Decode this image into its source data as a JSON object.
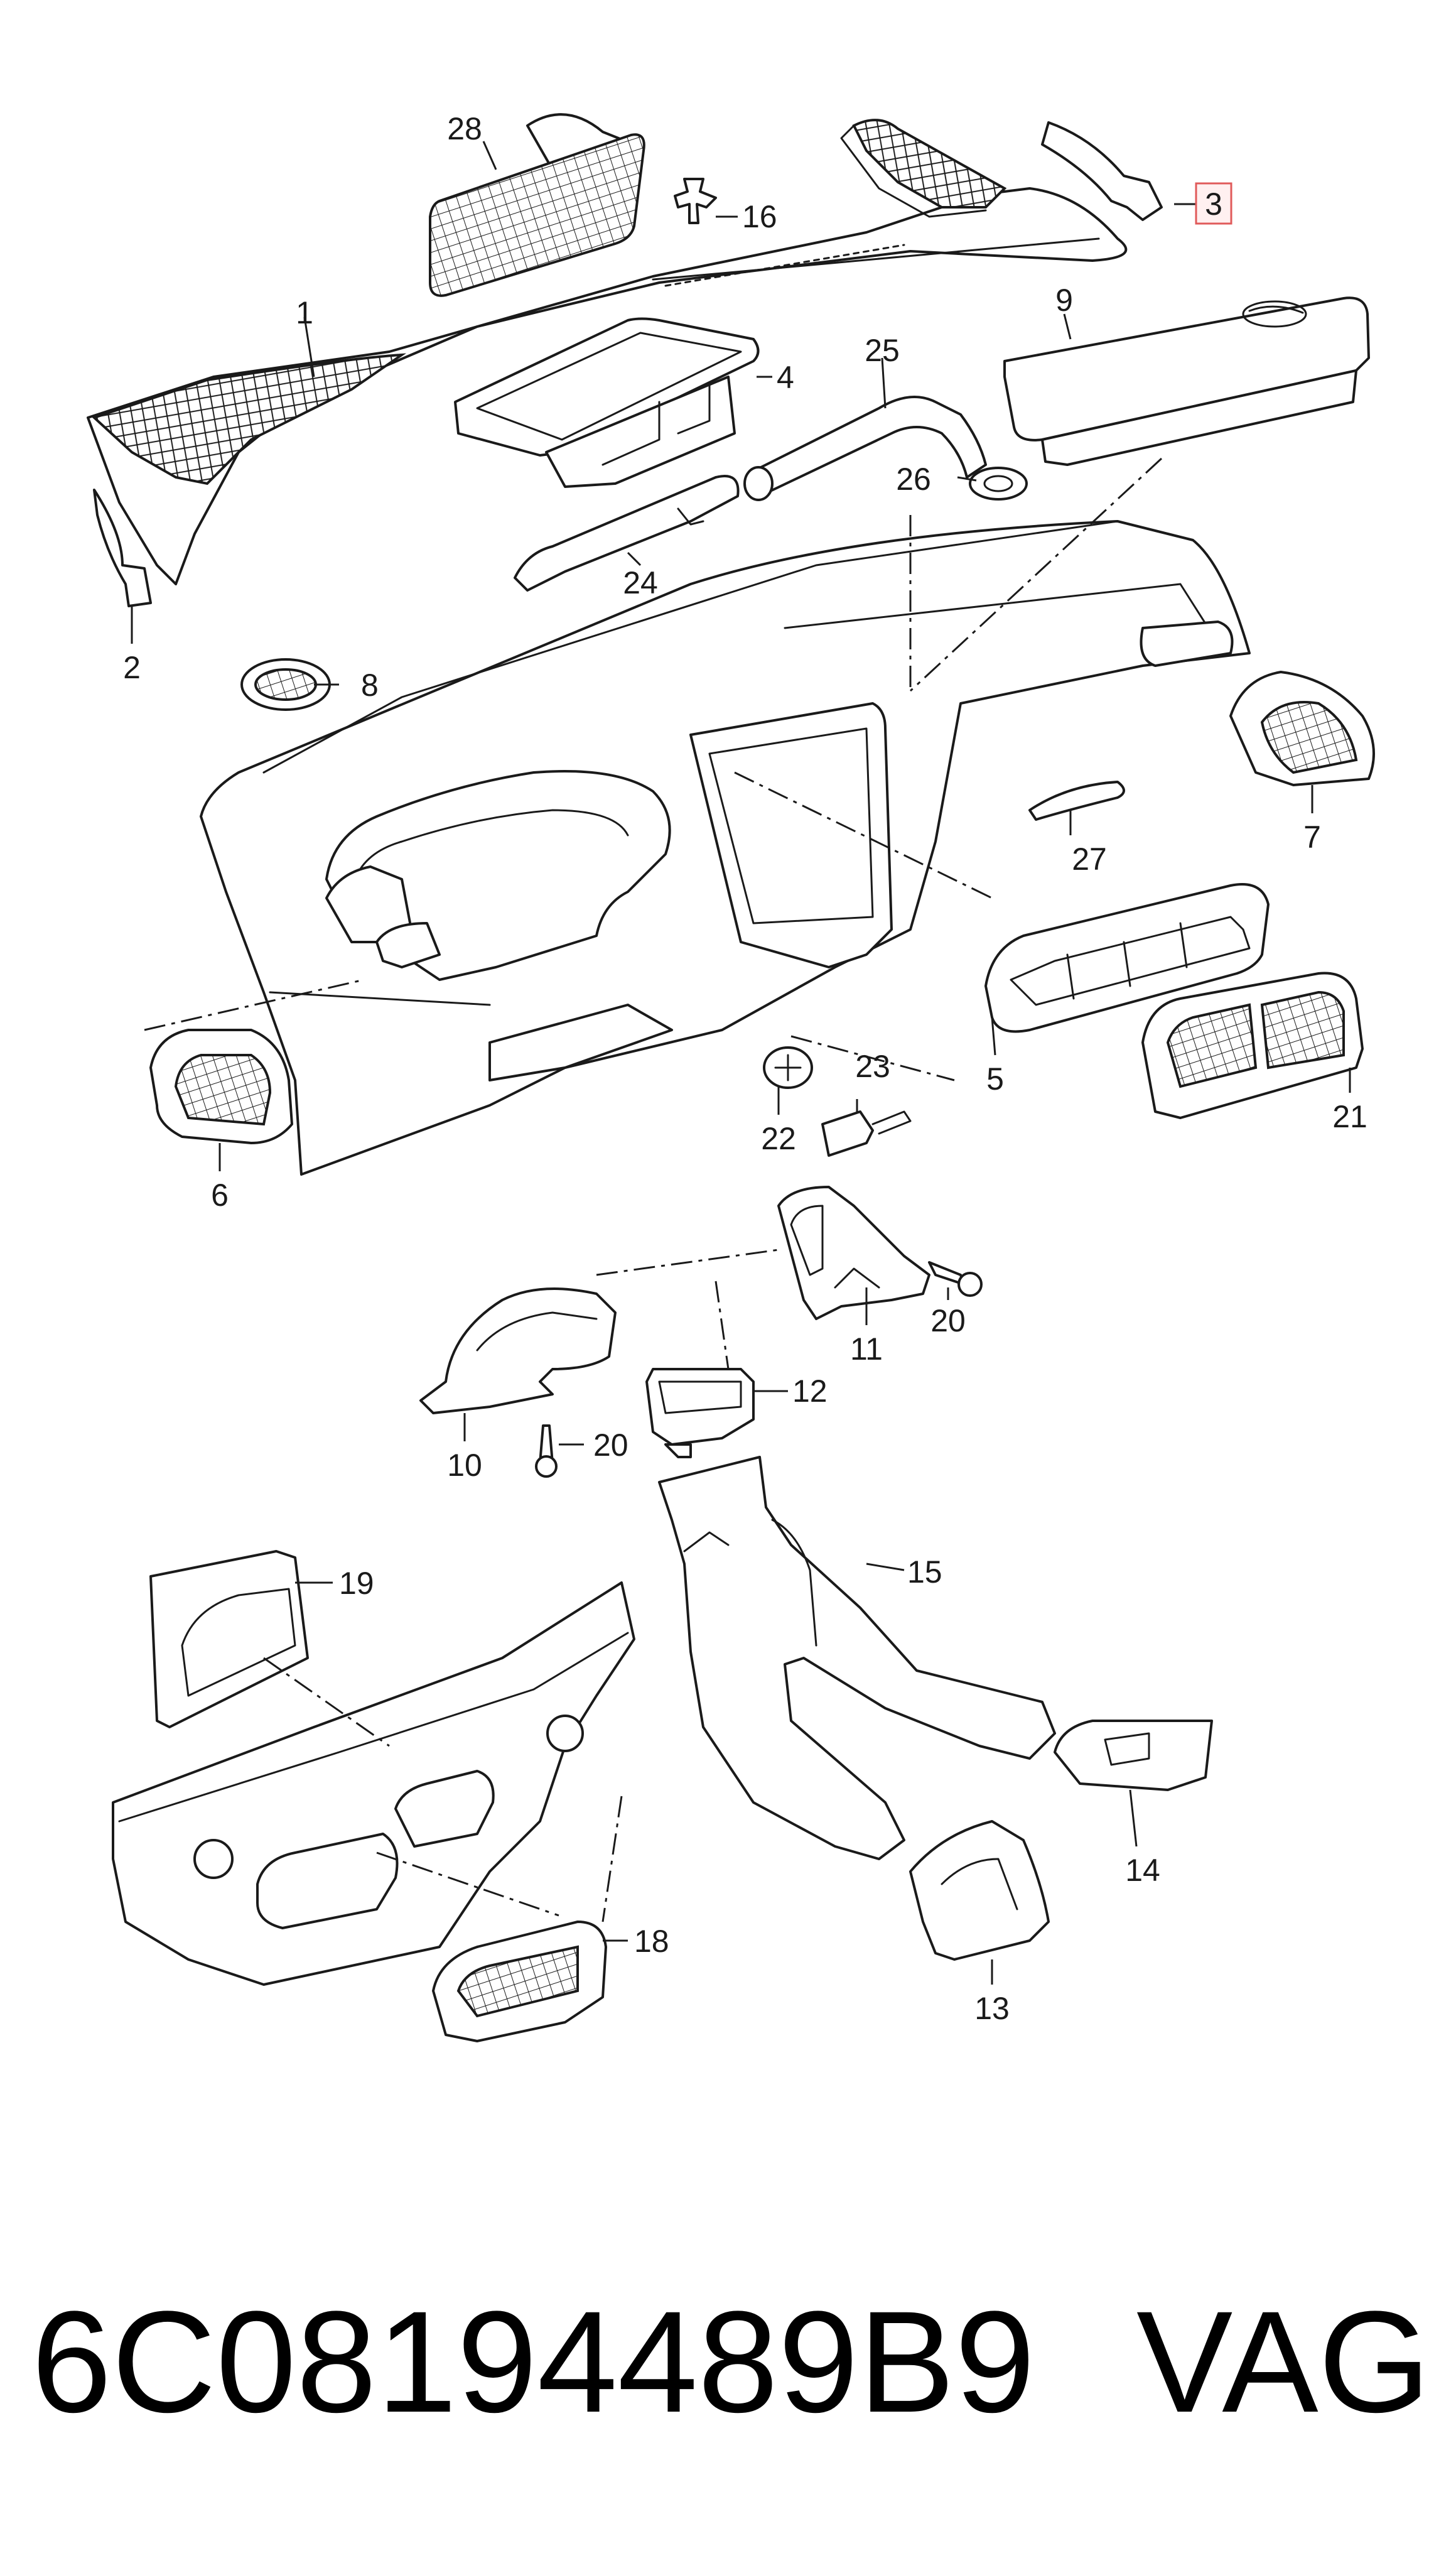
{
  "callouts": [
    {
      "id": "1",
      "label": "1"
    },
    {
      "id": "2",
      "label": "2"
    },
    {
      "id": "3",
      "label": "3",
      "highlighted": true
    },
    {
      "id": "4",
      "label": "4"
    },
    {
      "id": "5",
      "label": "5"
    },
    {
      "id": "6",
      "label": "6"
    },
    {
      "id": "7",
      "label": "7"
    },
    {
      "id": "8",
      "label": "8"
    },
    {
      "id": "9",
      "label": "9"
    },
    {
      "id": "10",
      "label": "10"
    },
    {
      "id": "11",
      "label": "11"
    },
    {
      "id": "12",
      "label": "12"
    },
    {
      "id": "13",
      "label": "13"
    },
    {
      "id": "14",
      "label": "14"
    },
    {
      "id": "15",
      "label": "15"
    },
    {
      "id": "16",
      "label": "16"
    },
    {
      "id": "18",
      "label": "18"
    },
    {
      "id": "19",
      "label": "19"
    },
    {
      "id": "20a",
      "label": "20"
    },
    {
      "id": "20b",
      "label": "20"
    },
    {
      "id": "21",
      "label": "21"
    },
    {
      "id": "22",
      "label": "22"
    },
    {
      "id": "23",
      "label": "23"
    },
    {
      "id": "24",
      "label": "24"
    },
    {
      "id": "25",
      "label": "25"
    },
    {
      "id": "26",
      "label": "26"
    },
    {
      "id": "27",
      "label": "27"
    },
    {
      "id": "28",
      "label": "28"
    }
  ],
  "footer": {
    "part_number": "6C08194489B9",
    "brand": "VAG"
  },
  "colors": {
    "line": "#1a1a1a",
    "highlight_box_stroke": "#e05a5a",
    "highlight_box_fill": "#fff0f0"
  }
}
